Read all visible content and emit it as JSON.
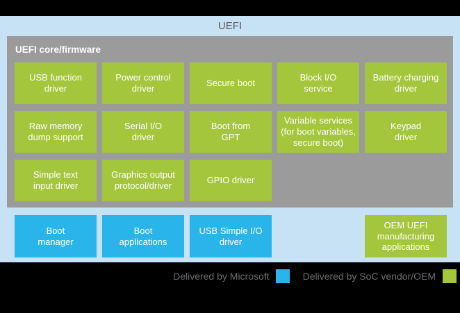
{
  "title": "UEFI",
  "colors": {
    "background_blue": "#c8e2f5",
    "frame_gray": "#9b9b9b",
    "microsoft_cyan": "#29b5e9",
    "soc_green": "#a3c63c",
    "title_text": "#56575b",
    "legend_text": "#6d6e71",
    "bar_black": "#000000"
  },
  "core": {
    "label": "UEFI core/firmware",
    "boxes": [
      {
        "label": "USB function\ndriver"
      },
      {
        "label": "Power control\ndriver"
      },
      {
        "label": "Secure boot"
      },
      {
        "label": "Block I/O\nservice"
      },
      {
        "label": "Battery charging\ndriver"
      },
      {
        "label": "Raw memory\ndump support"
      },
      {
        "label": "Serial I/O\ndriver"
      },
      {
        "label": "Boot from\nGPT"
      },
      {
        "label": "Variable services\n(for boot variables,\nsecure boot)"
      },
      {
        "label": "Keypad\ndriver"
      },
      {
        "label": "Simple text\ninput driver"
      },
      {
        "label": "Graphics output\nprotocol/driver"
      },
      {
        "label": "GPIO driver"
      }
    ]
  },
  "external": {
    "boxes": [
      {
        "label": "Boot\nmanager",
        "delivered_by": "Microsoft"
      },
      {
        "label": "Boot\napplications",
        "delivered_by": "Microsoft"
      },
      {
        "label": "USB Simple I/O\ndriver",
        "delivered_by": "Microsoft"
      },
      {
        "label": "OEM UEFI\nmanufacturing\napplications",
        "delivered_by": "SoC vendor/OEM"
      }
    ]
  },
  "legend": [
    {
      "label": "Delivered by Microsoft",
      "color": "#29b5e9"
    },
    {
      "label": "Delivered by SoC vendor/OEM",
      "color": "#a3c63c"
    }
  ]
}
